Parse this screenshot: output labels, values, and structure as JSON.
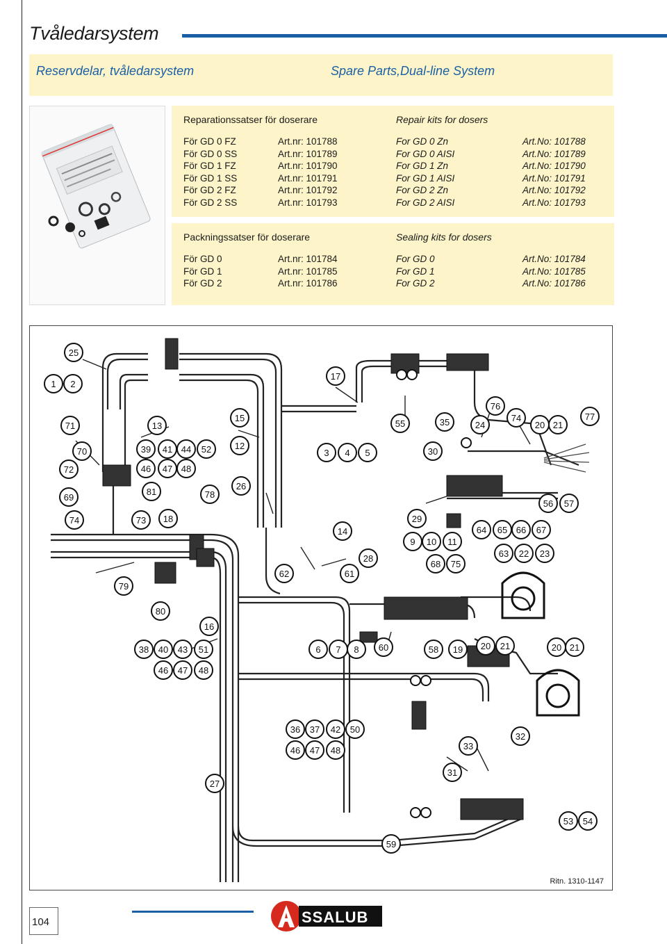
{
  "page": {
    "title": "Tvåledarsystem",
    "subtitle_sv": "Reservdelar, tvåledarsystem",
    "subtitle_en": "Spare Parts,Dual-line System",
    "page_number": "104",
    "drawing_ref": "Ritn. 1310-1147",
    "logo_text": "ASSALUB"
  },
  "repair": {
    "heading_sv": "Reparationssatser för doserare",
    "heading_en": "Repair kits for dosers",
    "rows": [
      {
        "sv": "För GD 0 FZ",
        "nr": "Art.nr: 101788",
        "en": "For GD 0 Zn",
        "no": "Art.No: 101788"
      },
      {
        "sv": "För GD 0 SS",
        "nr": "Art.nr: 101789",
        "en": "For GD 0 AISI",
        "no": "Art.No: 101789"
      },
      {
        "sv": "För GD 1 FZ",
        "nr": "Art.nr: 101790",
        "en": "For GD 1 Zn",
        "no": "Art.No: 101790"
      },
      {
        "sv": "För GD 1 SS",
        "nr": "Art.nr: 101791",
        "en": "For GD 1 AISI",
        "no": "Art.No: 101791"
      },
      {
        "sv": "För GD 2 FZ",
        "nr": "Art.nr: 101792",
        "en": "For GD 2 Zn",
        "no": "Art.No: 101792"
      },
      {
        "sv": "För GD 2 SS",
        "nr": "Art.nr: 101793",
        "en": "For GD 2 AISI",
        "no": "Art.No: 101793"
      }
    ]
  },
  "sealing": {
    "heading_sv": "Packningssatser för doserare",
    "heading_en": "Sealing kits for dosers",
    "rows": [
      {
        "sv": "För GD 0",
        "nr": "Art.nr: 101784",
        "en": "For GD 0",
        "no": "Art.No: 101784"
      },
      {
        "sv": "För GD 1",
        "nr": "Art.nr: 101785",
        "en": "For GD 1",
        "no": "Art.No: 101785"
      },
      {
        "sv": "För GD 2",
        "nr": "Art.nr: 101786",
        "en": "For GD 2",
        "no": "Art.No: 101786"
      }
    ]
  },
  "callouts": [
    "25",
    "1",
    "2",
    "17",
    "71",
    "13",
    "15",
    "55",
    "35",
    "24",
    "76",
    "74",
    "20",
    "21",
    "77",
    "70",
    "39",
    "41",
    "44",
    "52",
    "12",
    "3",
    "4",
    "5",
    "30",
    "72",
    "46",
    "47",
    "48",
    "26",
    "69",
    "81",
    "78",
    "56",
    "57",
    "74",
    "73",
    "18",
    "29",
    "14",
    "64",
    "65",
    "66",
    "67",
    "9",
    "10",
    "11",
    "28",
    "63",
    "22",
    "23",
    "68",
    "75",
    "79",
    "62",
    "61",
    "80",
    "16",
    "38",
    "40",
    "43",
    "51",
    "6",
    "7",
    "8",
    "60",
    "58",
    "19",
    "20",
    "21",
    "20",
    "21",
    "46",
    "47",
    "48",
    "36",
    "37",
    "42",
    "50",
    "46",
    "47",
    "48",
    "32",
    "33",
    "27",
    "31",
    "53",
    "54",
    "59"
  ],
  "colors": {
    "accent": "#1a5fa6",
    "band": "#fdf5c9"
  }
}
